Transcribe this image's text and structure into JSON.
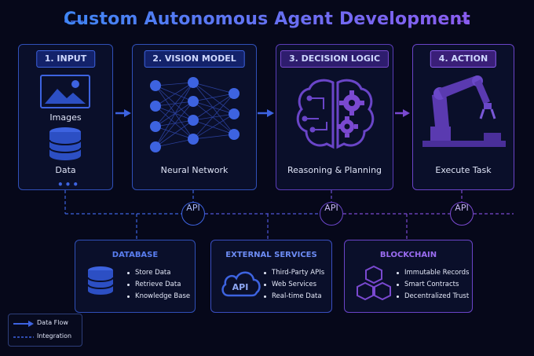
{
  "title": "Custom Autonomous Agent Development",
  "stages": [
    {
      "label": "1. INPUT",
      "items": [
        "Images",
        "Data"
      ]
    },
    {
      "label": "2. VISION MODEL",
      "caption": "Neural Network"
    },
    {
      "label": "3. DECISION LOGIC",
      "caption": "Reasoning & Planning"
    },
    {
      "label": "4. ACTION",
      "caption": "Execute Task"
    }
  ],
  "api_label": "API",
  "services": [
    {
      "heading": "DATABASE",
      "items": [
        "Store Data",
        "Retrieve Data",
        "Knowledge Base"
      ]
    },
    {
      "heading": "EXTERNAL SERVICES",
      "icon_text": "API",
      "items": [
        "Third-Party APIs",
        "Web Services",
        "Real-time Data"
      ]
    },
    {
      "heading": "BLOCKCHAIN",
      "items": [
        "Immutable Records",
        "Smart Contracts",
        "Decentralized Trust"
      ]
    }
  ],
  "legend": {
    "flow": "Data Flow",
    "integration": "Integration"
  },
  "colors": {
    "blue": "#3d63e0",
    "purple": "#7a49d0",
    "title_start": "#3f86f5",
    "title_end": "#8a5cf0"
  },
  "icons": [
    "image-icon",
    "database-icon",
    "neural-network-icon",
    "brain-gears-icon",
    "robot-arm-icon",
    "cloud-api-icon",
    "cubes-icon"
  ]
}
